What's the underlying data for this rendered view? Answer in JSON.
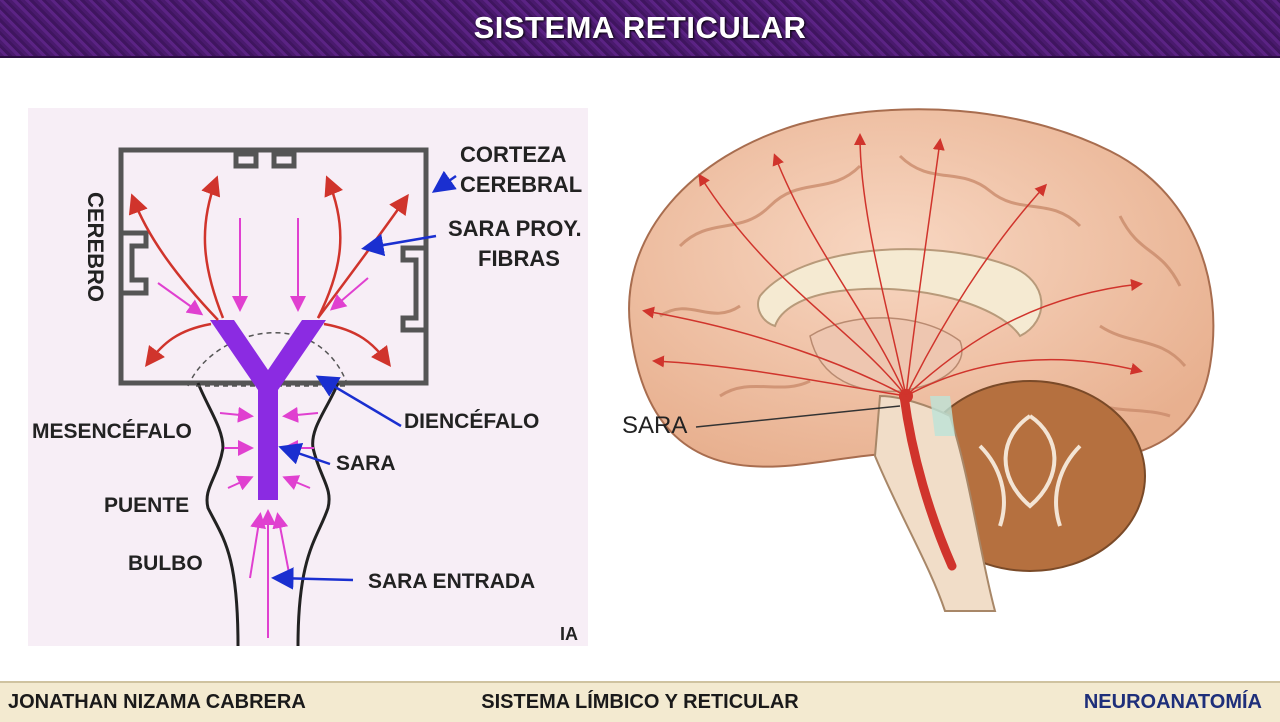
{
  "header": {
    "title": "SISTEMA RETICULAR"
  },
  "diagram": {
    "labels": {
      "corteza_1": "CORTEZA",
      "corteza_2": "CEREBRAL",
      "sara_proy_1": "SARA PROY.",
      "sara_proy_2": "FIBRAS",
      "cerebro": "CEREBRO",
      "mesencefalo": "MESENCÉFALO",
      "diencefalo": "DIENCÉFALO",
      "sara": "SARA",
      "puente": "PUENTE",
      "bulbo": "BULBO",
      "sara_entrada": "SARA ENTRADA",
      "ia": "IA"
    }
  },
  "brain": {
    "label": "SARA"
  },
  "footer": {
    "left": "JONATHAN NIZAMA CABRERA",
    "center": "SISTEMA LÍMBICO Y RETICULAR",
    "right": "NEUROANATOMÍA"
  },
  "colors": {
    "header_bg": "#4a1a6e",
    "footer_bg": "#f3ead0",
    "footer_right_text": "#1e2f7a",
    "sara_purple": "#8b2be2",
    "arrow_red": "#d0342c",
    "arrow_magenta": "#e040d0",
    "pointer_blue": "#1a2fd0"
  }
}
